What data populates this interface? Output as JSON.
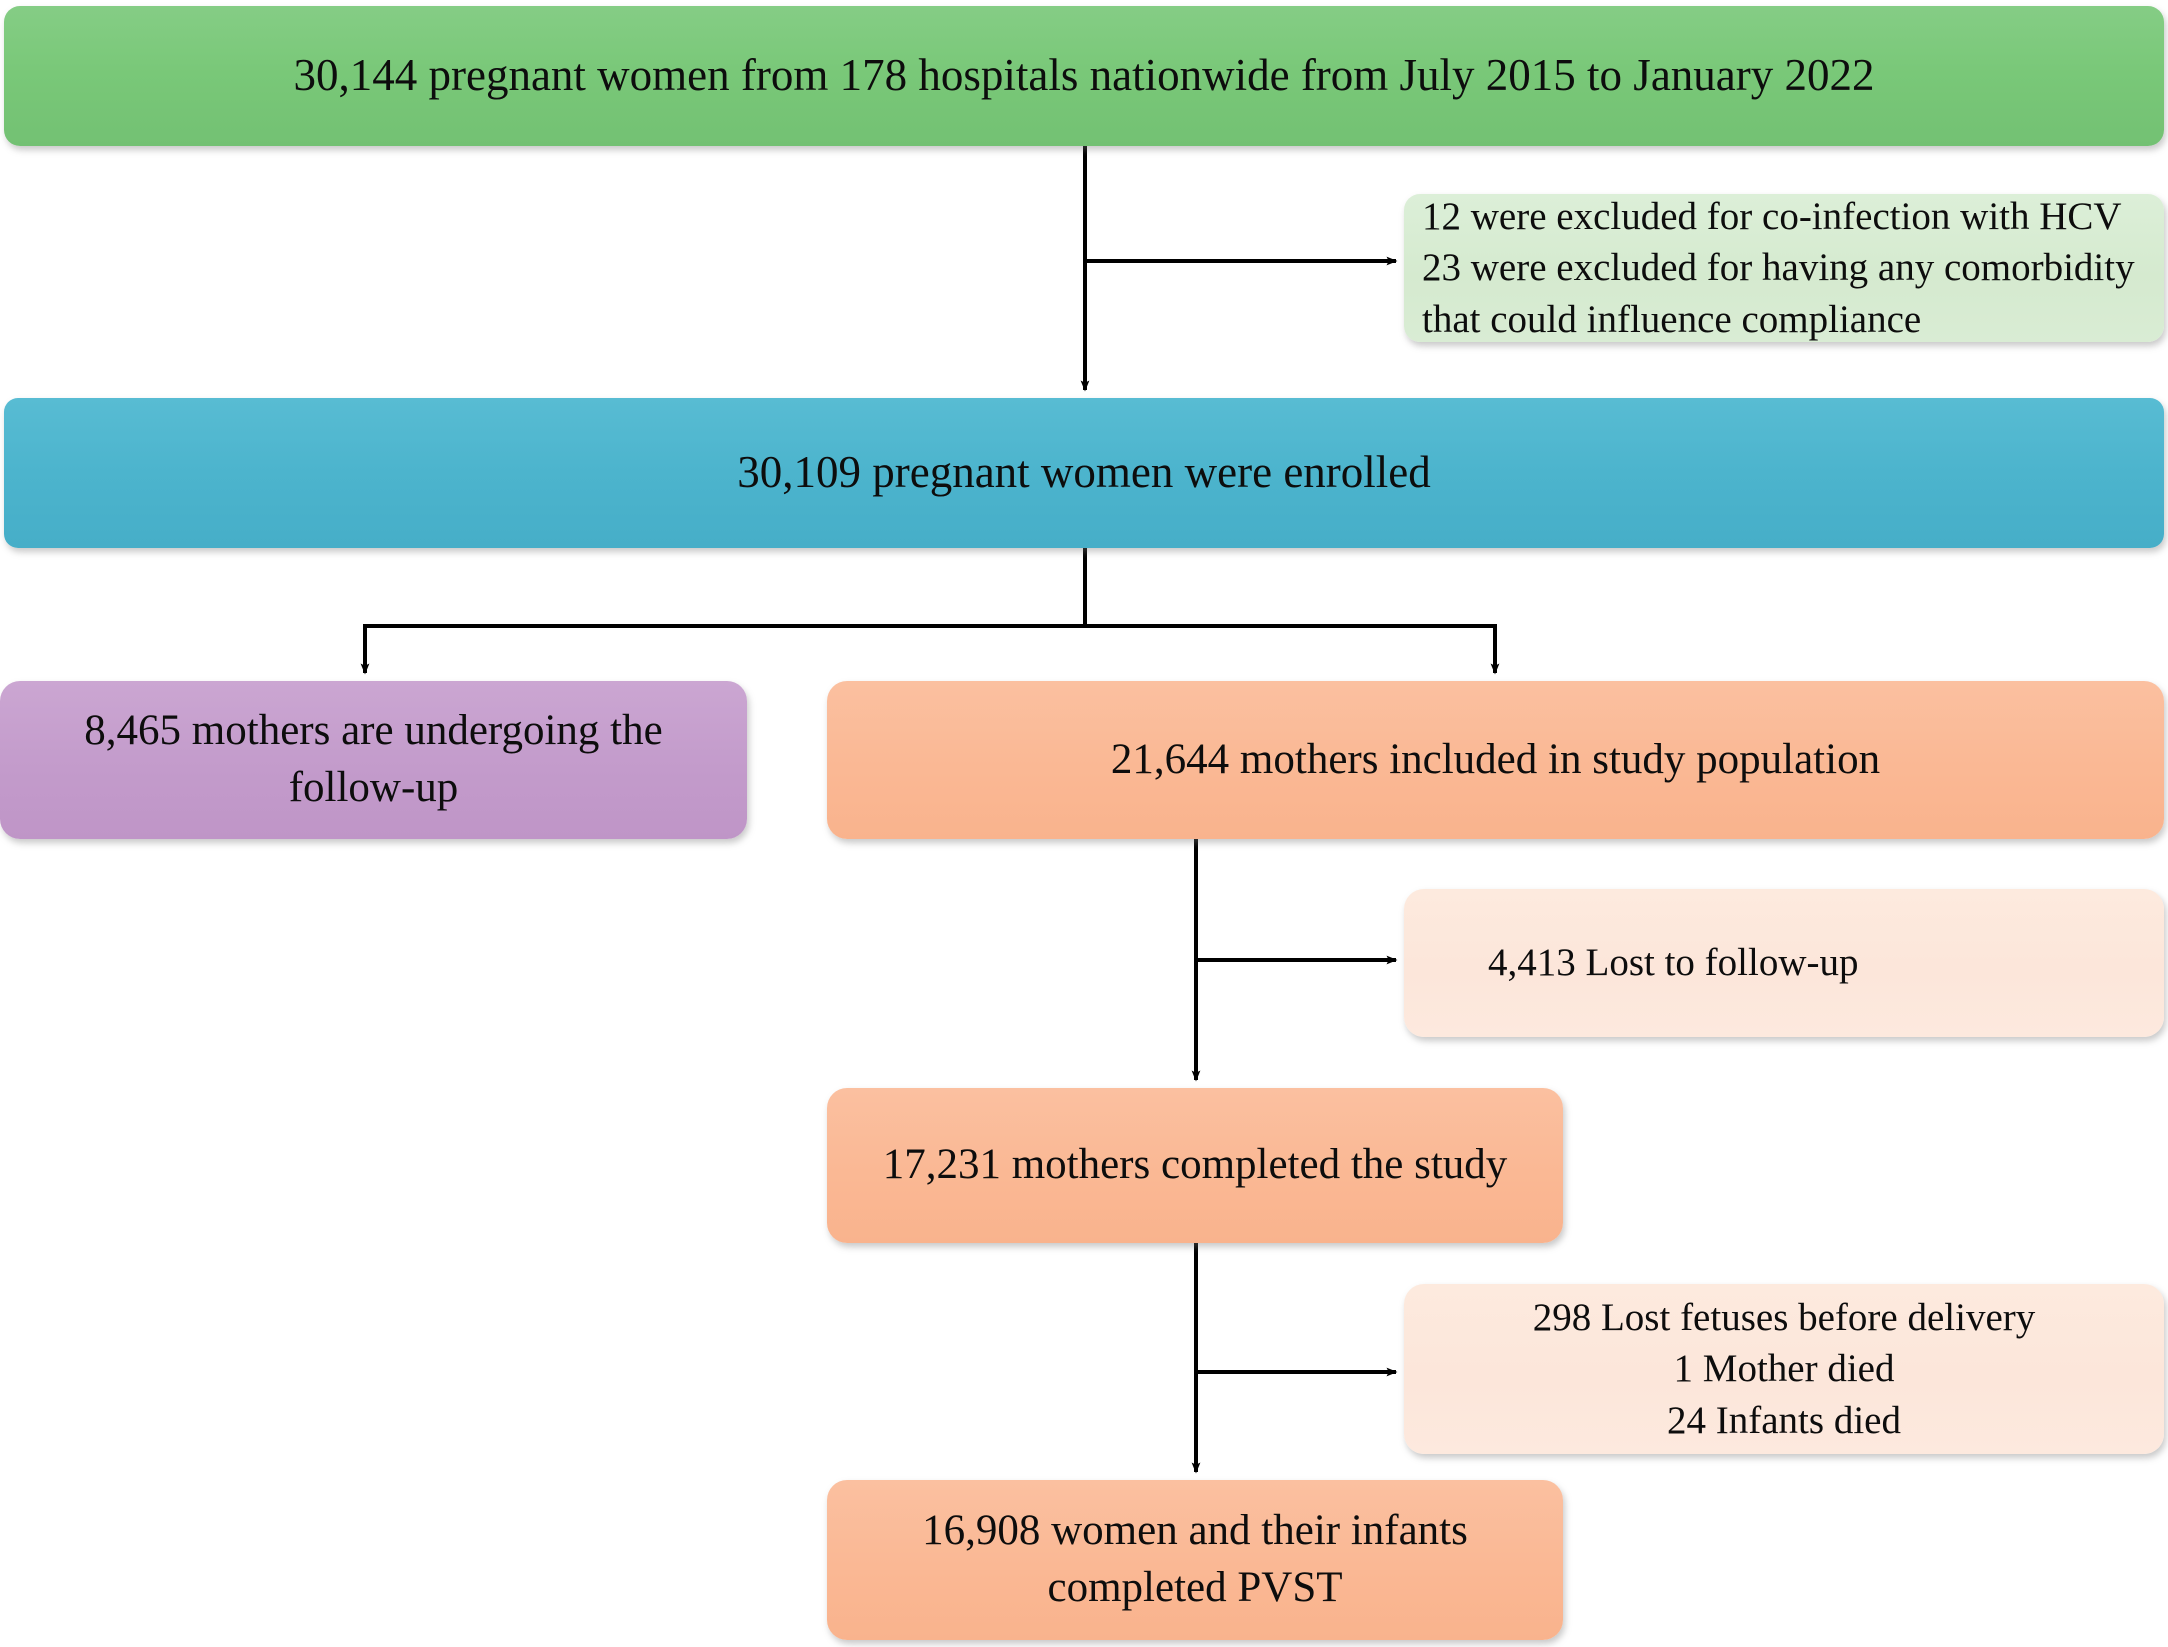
{
  "diagram": {
    "title": "Study participant flow diagram",
    "type": "flowchart",
    "colors": {
      "source_box": "#79c878",
      "enrolled_box": "#4cb4cd",
      "ongoing_box": "#c39bcb",
      "study_box": "#fab894",
      "excluded_box": "#d5eacf",
      "loss_box": "#fce6da",
      "connector": "#000000",
      "text": "#0d0d0d"
    }
  },
  "nodes": {
    "source": {
      "text": "30,144 pregnant women from 178 hospitals nationwide from July 2015 to January 2022"
    },
    "excluded": {
      "text": "12 were excluded for co-infection with HCV\n23 were excluded for having any comorbidity\n      that could influence compliance"
    },
    "enrolled": {
      "text": "30,109 pregnant women were enrolled"
    },
    "ongoing": {
      "text": "8,465 mothers are undergoing the follow-up"
    },
    "study_population": {
      "text": "21,644 mothers included in study population"
    },
    "lost_followup": {
      "text": "4,413 Lost to follow-up"
    },
    "completed": {
      "text": "17,231 mothers completed the study"
    },
    "losses": {
      "text": "298 Lost fetuses before delivery\n1 Mother died\n24 Infants died"
    },
    "pvst": {
      "text": "16,908 women and their infants completed PVST"
    }
  },
  "connectors": [
    {
      "name": "source-to-enrolled",
      "from": "source",
      "to": "enrolled"
    },
    {
      "name": "source-to-excluded",
      "from": "source",
      "to": "excluded"
    },
    {
      "name": "enrolled-split-to-ongoing",
      "from": "enrolled",
      "to": "ongoing"
    },
    {
      "name": "enrolled-split-to-study-population",
      "from": "enrolled",
      "to": "study_population"
    },
    {
      "name": "study-population-to-completed",
      "from": "study_population",
      "to": "completed"
    },
    {
      "name": "study-population-to-lost-followup",
      "from": "study_population",
      "to": "lost_followup"
    },
    {
      "name": "completed-to-pvst",
      "from": "completed",
      "to": "pvst"
    },
    {
      "name": "completed-to-losses",
      "from": "completed",
      "to": "losses"
    }
  ]
}
